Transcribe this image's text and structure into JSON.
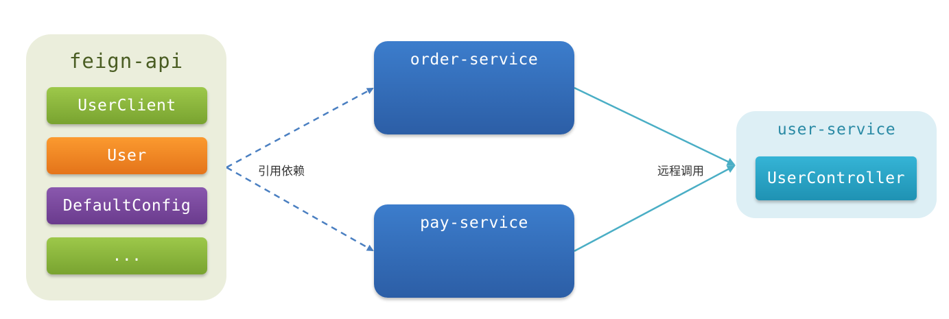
{
  "feign_api": {
    "title": "feign-api",
    "items": [
      {
        "label": "UserClient",
        "color": "#8cb83e"
      },
      {
        "label": "User",
        "color": "#f0862a"
      },
      {
        "label": "DefaultConfig",
        "color": "#7a4a9e"
      },
      {
        "label": "...",
        "color": "#8cb83e"
      }
    ]
  },
  "services": {
    "order": "order-service",
    "pay": "pay-service"
  },
  "user_service": {
    "title": "user-service",
    "controller": "UserController"
  },
  "edges": {
    "dependency_label": "引用依赖",
    "remote_call_label": "远程调用",
    "dependency_color": "#4a7fc1",
    "remote_call_color": "#4aaec5"
  }
}
